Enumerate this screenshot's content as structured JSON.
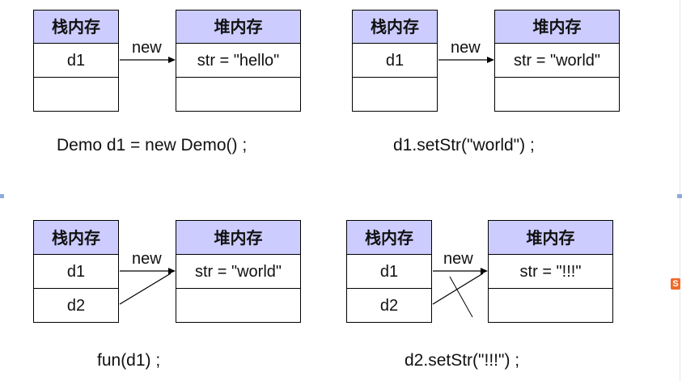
{
  "panels": [
    {
      "stack_header": "栈内存",
      "stack_rows": [
        "d1",
        ""
      ],
      "heap_header": "堆内存",
      "heap_rows": [
        "str = \"hello\"",
        ""
      ],
      "arrow_label": "new",
      "caption": "Demo d1 = new Demo() ;"
    },
    {
      "stack_header": "栈内存",
      "stack_rows": [
        "d1",
        ""
      ],
      "heap_header": "堆内存",
      "heap_rows": [
        "str = \"world\"",
        ""
      ],
      "arrow_label": "new",
      "caption": "d1.setStr(\"world\") ;"
    },
    {
      "stack_header": "栈内存",
      "stack_rows": [
        "d1",
        "d2"
      ],
      "heap_header": "堆内存",
      "heap_rows": [
        "str = \"world\"",
        ""
      ],
      "arrow_label": "new",
      "caption": "fun(d1) ;"
    },
    {
      "stack_header": "栈内存",
      "stack_rows": [
        "d1",
        "d2"
      ],
      "heap_header": "堆内存",
      "heap_rows": [
        "str = \"!!!\"",
        ""
      ],
      "arrow_label": "new",
      "caption": "d2.setStr(\"!!!\") ;"
    }
  ],
  "side_icon_glyph": "S"
}
